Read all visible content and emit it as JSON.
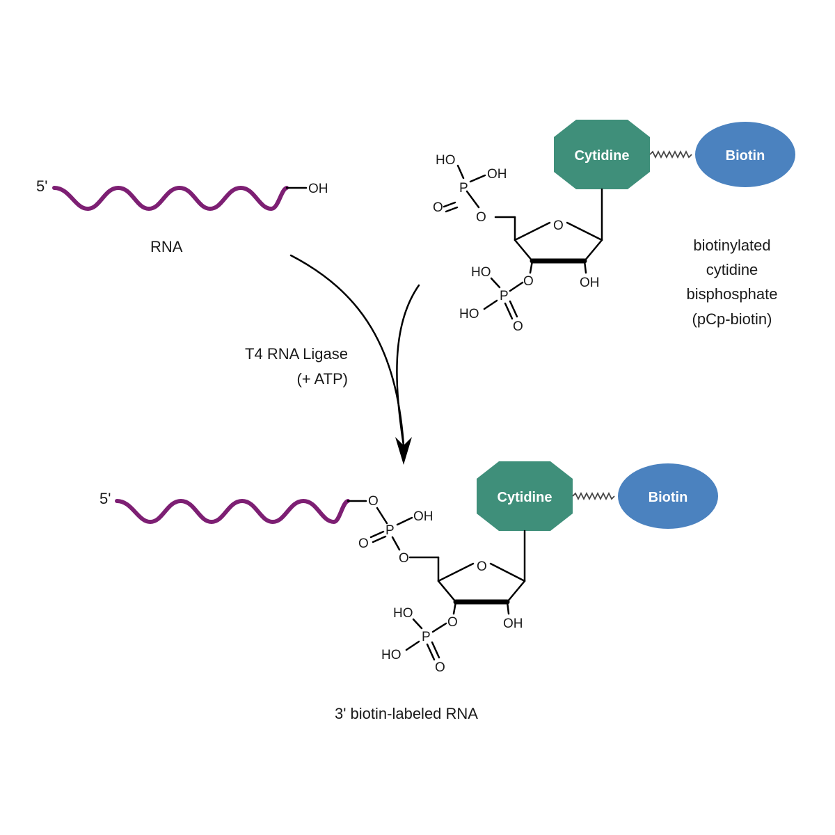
{
  "rna_top": {
    "five_prime": "5'",
    "oh": "OH",
    "label": "RNA"
  },
  "reagent": {
    "cytidine": "Cytidine",
    "biotin": "Biotin",
    "label_lines": [
      "biotinylated",
      "cytidine",
      "bisphosphate",
      "(pCp-biotin)"
    ],
    "atoms": {
      "ho": "HO",
      "oh": "OH",
      "o": "O",
      "p": "P"
    }
  },
  "enzyme": {
    "line1": "T4 RNA Ligase",
    "line2": "(+ ATP)"
  },
  "product": {
    "five_prime": "5'",
    "cytidine": "Cytidine",
    "biotin": "Biotin",
    "label": "3' biotin-labeled RNA",
    "atoms": {
      "ho": "HO",
      "oh": "OH",
      "o": "O",
      "p": "P"
    }
  },
  "colors": {
    "helix": "#7d1f73",
    "cytidine": "#3f8f7a",
    "biotin": "#4b82bf"
  }
}
